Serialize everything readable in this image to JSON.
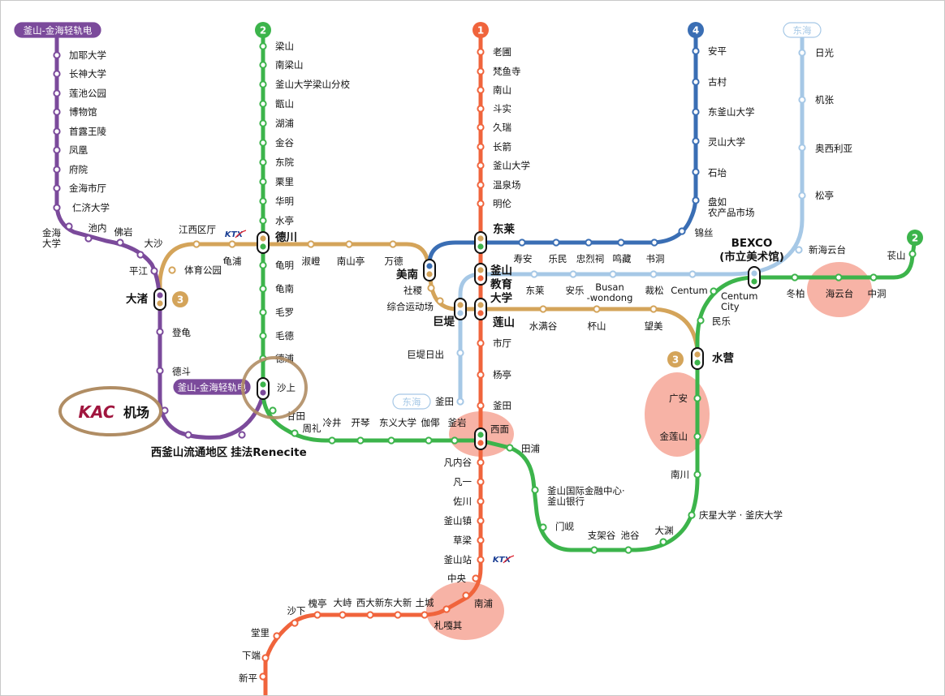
{
  "colors": {
    "line1": "#f0643c",
    "line2": "#3cb44b",
    "line3": "#d4a45a",
    "line4": "#3a6eb4",
    "donghae": "#a6c8e6",
    "bgl": "#7b4a9b",
    "highlight": "#f5a090",
    "airport_ring": "#b08d64",
    "kac_red": "#a0153e"
  },
  "badges": {
    "line1": "1",
    "line2": "2",
    "line3": "3",
    "line4": "4",
    "donghae": "东海",
    "bgl": "釜山-金海轻轨电"
  },
  "airport": {
    "logo": "KAC",
    "label": "机场"
  },
  "ktx_logo": "KTX",
  "lines": {
    "line1": [
      "老圃",
      "梵鱼寺",
      "南山",
      "斗实",
      "久瑞",
      "长箭",
      "釜山大学",
      "温泉场",
      "明伦",
      "东莱",
      "釜山\n教育\n大学",
      "莲山",
      "市厅",
      "杨亭",
      "釜田",
      "西面",
      "凡内谷",
      "凡一",
      "佐川",
      "釜山镇",
      "草梁",
      "釜山站",
      "中央",
      "南浦",
      "札嘎其",
      "土城",
      "东大新",
      "西大新",
      "大峙",
      "槐亭",
      "沙下",
      "堂里",
      "下端",
      "新平"
    ],
    "line2": [
      "梁山",
      "南梁山",
      "釜山大学梁山分校",
      "甑山",
      "湖浦",
      "金谷",
      "东院",
      "栗里",
      "华明",
      "水亭",
      "德川",
      "龟明",
      "龟南",
      "毛罗",
      "毛德",
      "德浦",
      "沙上",
      "甘田",
      "周礼",
      "冷井",
      "开琴",
      "东义大学",
      "伽倻",
      "釜岩",
      "田浦",
      "釜山国际金融中心·\n釜山银行",
      "门岘",
      "支架谷",
      "池谷",
      "大渊",
      "庆星大学 · 釜庆大学",
      "南川",
      "金莲山",
      "广安",
      "水营",
      "民乐",
      "Centum\nCity",
      "BEXCO\n(市立美术馆)",
      "冬柏",
      "海云台",
      "中洞",
      "苌山"
    ],
    "line3": [
      "体育公园",
      "江西区厅",
      "龟浦",
      "淑嶝",
      "南山亭",
      "万德",
      "美南",
      "社稷",
      "综合运动场",
      "巨堤",
      "水满谷",
      "杯山",
      "望美"
    ],
    "line4": [
      "寿安",
      "乐民",
      "忠烈祠",
      "鸣藏",
      "书洞",
      "锦丝",
      "盘如\n农产品市场",
      "石坮",
      "灵山大学",
      "东釜山大学",
      "古村",
      "安平"
    ],
    "donghae": [
      "巨堤日出",
      "釜田",
      "东莱",
      "安乐",
      "Busan\n-wondong",
      "裁松",
      "Centum",
      "新海云台",
      "松亭",
      "奥西利亚",
      "机张",
      "日光"
    ],
    "bgl": [
      "加耶大学",
      "长神大学",
      "莲池公园",
      "博物馆",
      "首露王陵",
      "凤凰",
      "府院",
      "金海市厅",
      "仁济大学",
      "金海\n大学",
      "池内",
      "佛岩",
      "大沙",
      "平江",
      "大渚",
      "登龟",
      "德斗",
      "西釜山流通地区",
      "挂法Renecite"
    ]
  }
}
